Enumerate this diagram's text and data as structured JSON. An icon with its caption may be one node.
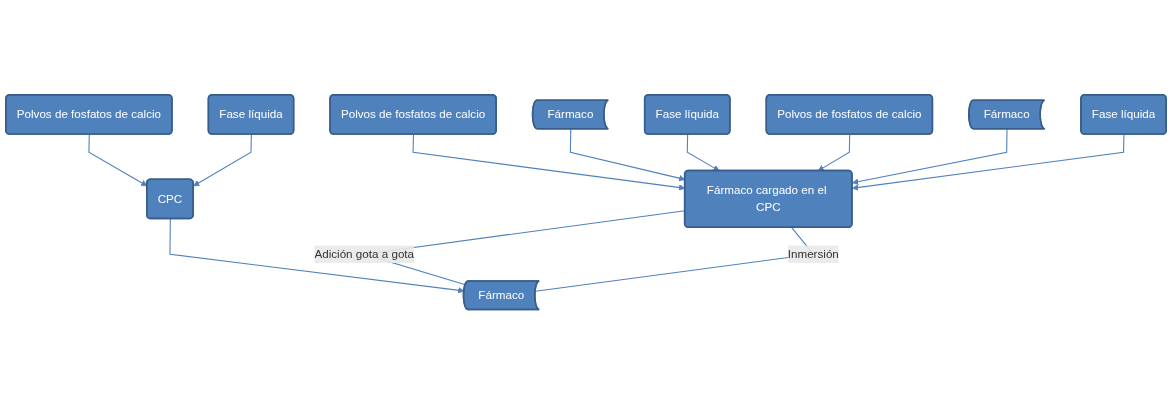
{
  "diagram": {
    "nodes": [
      {
        "text": [
          "Polvos de fosfatos de calcio"
        ]
      },
      {
        "text": [
          "Fármaco"
        ]
      },
      {
        "text": [
          "Fase líquida"
        ]
      },
      {
        "text": [
          "Polvos de fosfatos de calcio"
        ]
      },
      {
        "text": [
          "Fármaco"
        ]
      },
      {
        "text": [
          "Fase líquida"
        ]
      },
      {
        "text": [
          "Polvos de fosfatos de calcio"
        ]
      },
      {
        "text": [
          "Fase líquida"
        ]
      },
      {
        "text": [
          "Fármaco cargado en el CPC"
        ]
      },
      {
        "text": [
          "CPC"
        ]
      },
      {
        "text": [
          "Fármaco"
        ]
      }
    ],
    "edges": [
      {
        "from": 0,
        "to": 8,
        "arrow": "to"
      },
      {
        "from": 1,
        "to": 8,
        "arrow": "to"
      },
      {
        "from": 2,
        "to": 8,
        "arrow": "to"
      },
      {
        "from": 3,
        "to": 8,
        "arrow": "to"
      },
      {
        "from": 4,
        "to": 8,
        "arrow": "to"
      },
      {
        "from": 5,
        "to": 8,
        "arrow": "to"
      },
      {
        "from": 6,
        "to": 9,
        "arrow": "to"
      },
      {
        "from": 7,
        "to": 9,
        "arrow": "to"
      },
      {
        "from": 9,
        "to": 10,
        "arrow": "to"
      },
      {
        "from": 8,
        "to": 10,
        "arrow": "none",
        "label": "Adición gota a gota"
      },
      {
        "from": 8,
        "to": 10,
        "arrow": "none",
        "label": "Inmersión"
      }
    ]
  }
}
